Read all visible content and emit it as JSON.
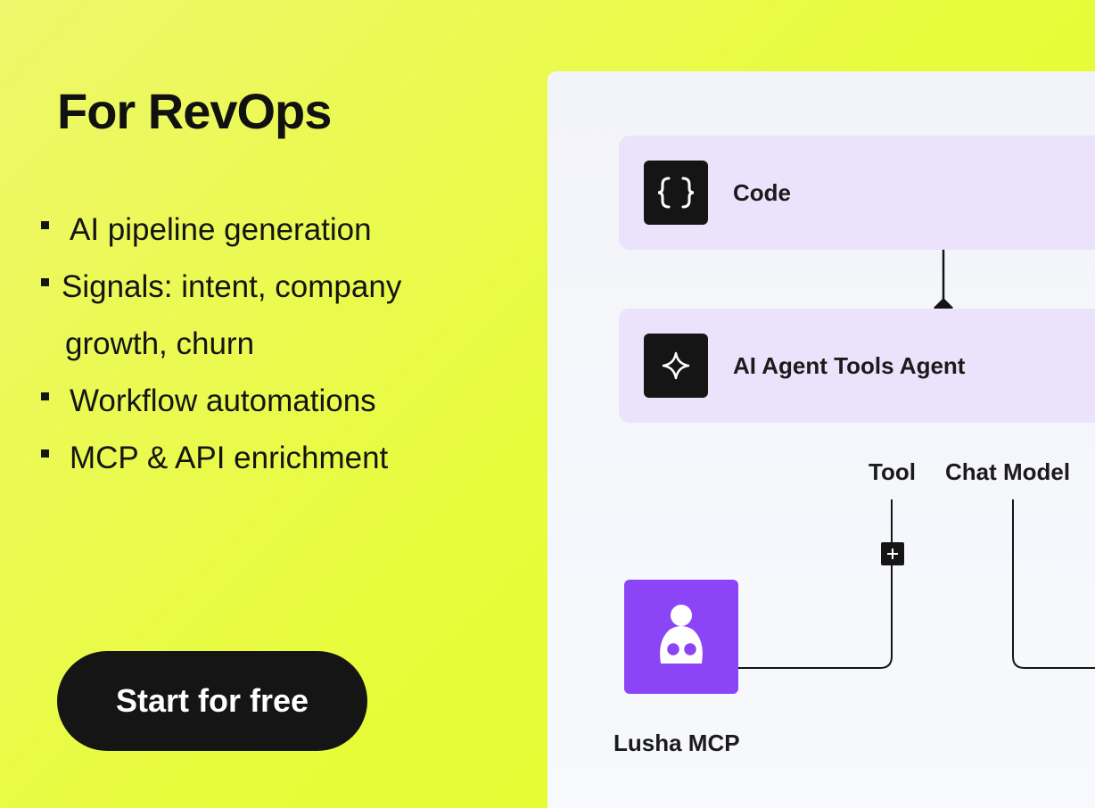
{
  "title": "For RevOps",
  "features": [
    "AI pipeline generation",
    "Signals: intent, company",
    "growth, churn",
    "Workflow automations",
    "MCP & API enrichment"
  ],
  "cta_label": "Start for free",
  "workflow": {
    "code_node": {
      "label": "Code",
      "icon": "braces-icon"
    },
    "agent_node": {
      "label": "AI Agent Tools Agent",
      "icon": "sparkle-icon"
    },
    "ports": {
      "tool": "Tool",
      "chat_model": "Chat Model"
    },
    "lusha_node": {
      "label": "Lusha MCP",
      "icon": "lusha-avatar-icon",
      "color": "#8b45f7"
    }
  },
  "colors": {
    "background": "#e7fc3a",
    "node_fill": "#ebe3fb",
    "dark": "#151515"
  }
}
